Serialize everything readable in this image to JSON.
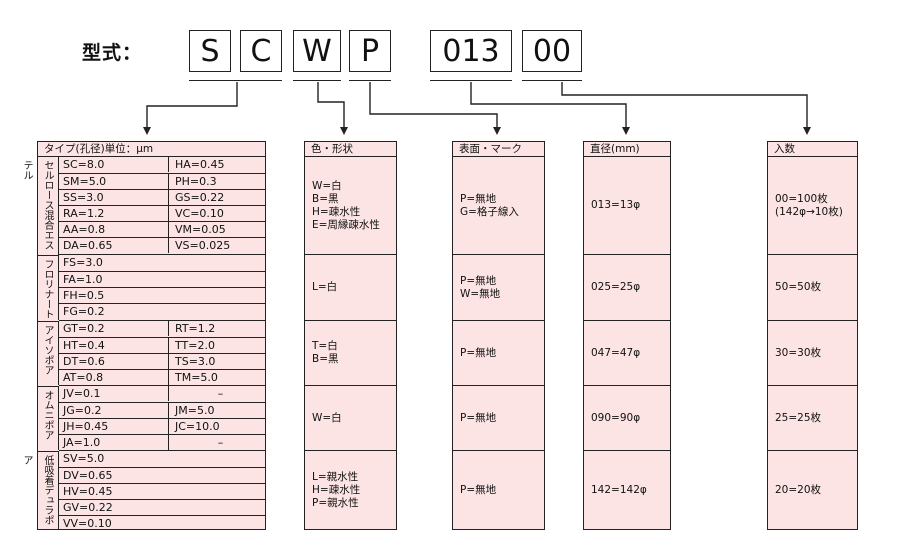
{
  "title": "型式：",
  "code_boxes": [
    "S",
    "C",
    "W",
    "P",
    "013",
    "00"
  ],
  "columns": [
    {
      "header": "タイプ(孔径)単位：μm",
      "groups": [
        {
          "label": "セルロース混合エステル",
          "rows": [
            [
              "SC=8.0",
              "HA=0.45"
            ],
            [
              "SM=5.0",
              "PH=0.3"
            ],
            [
              "SS=3.0",
              "GS=0.22"
            ],
            [
              "RA=1.2",
              "VC=0.10"
            ],
            [
              "AA=0.8",
              "VM=0.05"
            ],
            [
              "DA=0.65",
              "VS=0.025"
            ]
          ]
        },
        {
          "label": "フロリナート",
          "rows": [
            [
              "FS=3.0",
              ""
            ],
            [
              "FA=1.0",
              ""
            ],
            [
              "FH=0.5",
              ""
            ],
            [
              "FG=0.2",
              ""
            ]
          ]
        },
        {
          "label": "アイソポア",
          "rows": [
            [
              "GT=0.2",
              "RT=1.2"
            ],
            [
              "HT=0.4",
              "TT=2.0"
            ],
            [
              "DT=0.6",
              "TS=3.0"
            ],
            [
              "AT=0.8",
              "TM=5.0"
            ]
          ]
        },
        {
          "label": "オムニポア",
          "rows": [
            [
              "JV=0.1",
              "–"
            ],
            [
              "JG=0.2",
              "JM=5.0"
            ],
            [
              "JH=0.45",
              "JC=10.0"
            ],
            [
              "JA=1.0",
              "–"
            ]
          ]
        },
        {
          "label": "低吸着デュラポア",
          "rows": [
            [
              "SV=5.0",
              ""
            ],
            [
              "DV=0.65",
              ""
            ],
            [
              "HV=0.45",
              ""
            ],
            [
              "GV=0.22",
              ""
            ],
            [
              "VV=0.10",
              ""
            ]
          ]
        }
      ]
    },
    {
      "header": "色・形状",
      "cells": [
        [
          "W=白",
          "B=黒",
          "H=疎水性",
          "E=周縁疎水性"
        ],
        [
          "L=白"
        ],
        [
          "T=白",
          "B=黒"
        ],
        [
          "W=白"
        ],
        [
          "L=親水性",
          "H=疎水性",
          "P=親水性"
        ]
      ]
    },
    {
      "header": "表面・マーク",
      "cells": [
        [
          "P=無地",
          "G=格子線入"
        ],
        [
          "P=無地",
          "W=無地"
        ],
        [
          "P=無地"
        ],
        [
          "P=無地"
        ],
        [
          "P=無地"
        ]
      ]
    },
    {
      "header": "直径(mm)",
      "cells": [
        [
          "013=13φ"
        ],
        [
          "025=25φ"
        ],
        [
          "047=47φ"
        ],
        [
          "090=90φ"
        ],
        [
          "142=142φ"
        ]
      ]
    },
    {
      "header": "入数",
      "cells": [
        [
          "00=100枚",
          "(142φ→10枚)"
        ],
        [
          "50=50枚"
        ],
        [
          "30=30枚"
        ],
        [
          "25=25枚"
        ],
        [
          "20=20枚"
        ]
      ]
    }
  ]
}
